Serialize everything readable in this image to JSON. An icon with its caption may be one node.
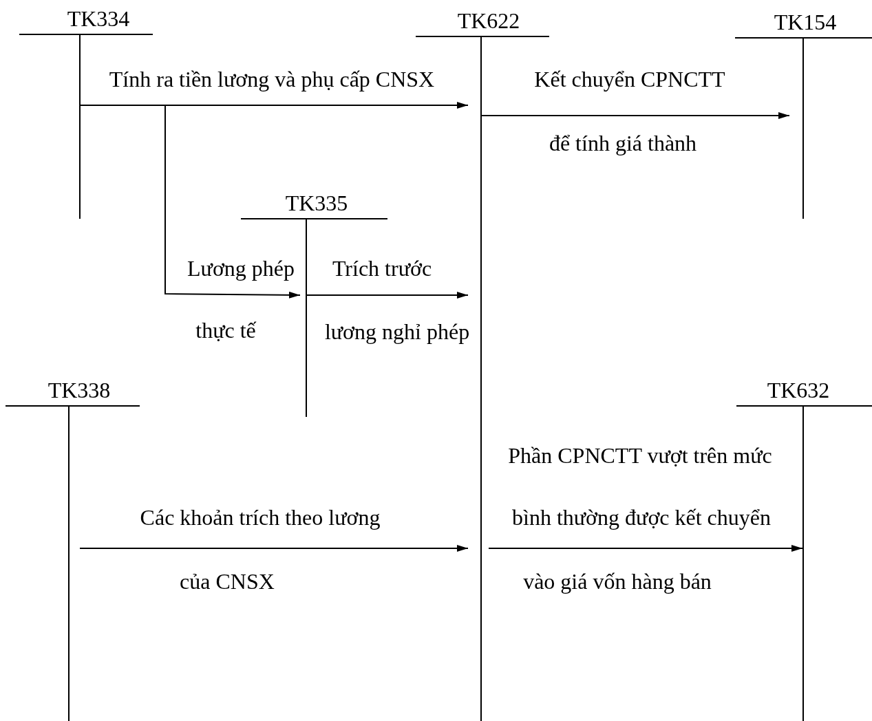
{
  "diagram": {
    "nodes": [
      {
        "text": [
          "TK334"
        ]
      },
      {
        "text": [
          "TK622"
        ]
      },
      {
        "text": [
          "TK154"
        ]
      },
      {
        "text": [
          "TK335"
        ]
      },
      {
        "text": [
          "TK338"
        ]
      },
      {
        "text": [
          "TK632"
        ]
      }
    ],
    "edges": [
      {
        "from": 0,
        "to": 1,
        "arrow": "to",
        "label": "Tính ra tiền lương và phụ cấp CNSX"
      },
      {
        "from": 1,
        "to": 2,
        "arrow": "to",
        "label": "Kết chuyển CPNCTT để tính giá thành"
      },
      {
        "from": 0,
        "to": 3,
        "arrow": "to",
        "label": "Lương phép thực tế"
      },
      {
        "from": 3,
        "to": 1,
        "arrow": "to",
        "label": "Trích trước lương nghỉ phép"
      },
      {
        "from": 4,
        "to": 1,
        "arrow": "to",
        "label": "Các khoản trích theo lương của CNSX"
      },
      {
        "from": 1,
        "to": 5,
        "arrow": "to",
        "label": "Phần CPNCTT vượt trên mức bình thường được kết chuyển vào giá vốn hàng bán"
      }
    ]
  }
}
